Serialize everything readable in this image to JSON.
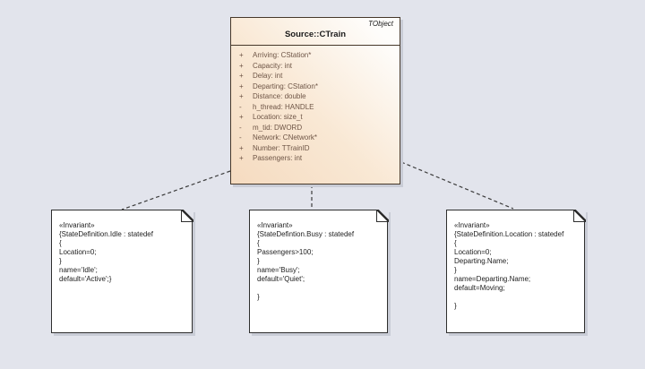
{
  "theme": {
    "background": "#e2e4ec",
    "class_fill_light": "#fefdfb",
    "class_fill_peach": "#f5dbc0",
    "element_border": "#46382a",
    "attribute_text": "#6e5546",
    "title_text": "#1a1a1a",
    "note_fill": "#ffffff",
    "note_border": "#2e2e2e",
    "connector": "#3c3c3c",
    "shadow": "#c9ccd6"
  },
  "class_element": {
    "stereotype": "TObject",
    "name": "Source::CTrain",
    "attributes": [
      {
        "vis": "+",
        "text": "Arriving: CStation*"
      },
      {
        "vis": "+",
        "text": "Capacity: int"
      },
      {
        "vis": "+",
        "text": "Delay: int"
      },
      {
        "vis": "+",
        "text": "Departing: CStation*"
      },
      {
        "vis": "+",
        "text": "Distance: double"
      },
      {
        "vis": "-",
        "text": "h_thread: HANDLE"
      },
      {
        "vis": "+",
        "text": "Location: size_t"
      },
      {
        "vis": "-",
        "text": "m_tid: DWORD"
      },
      {
        "vis": "-",
        "text": "Network: CNetwork*"
      },
      {
        "vis": "+",
        "text": "Number: TTrainID"
      },
      {
        "vis": "+",
        "text": "Passengers: int"
      }
    ]
  },
  "notes": [
    {
      "stereotype": "«Invariant»",
      "lines": [
        "{StateDefinition.Idle : statedef",
        "{",
        "Location=0;",
        "}",
        "name='Idle';",
        "default='Active';}"
      ]
    },
    {
      "stereotype": "«Invariant»",
      "lines": [
        "{StateDefintion.Busy : statedef",
        "{",
        "Passengers>100;",
        "}",
        "name='Busy';",
        "default='Quiet';",
        "",
        "}"
      ]
    },
    {
      "stereotype": "«Invariant»",
      "lines": [
        "{StateDefinition.Location : statedef",
        "{",
        "Location=0;",
        "Departing.Name;",
        "}",
        "name=Departing.Name;",
        "default=Moving;",
        "",
        "}"
      ]
    }
  ]
}
